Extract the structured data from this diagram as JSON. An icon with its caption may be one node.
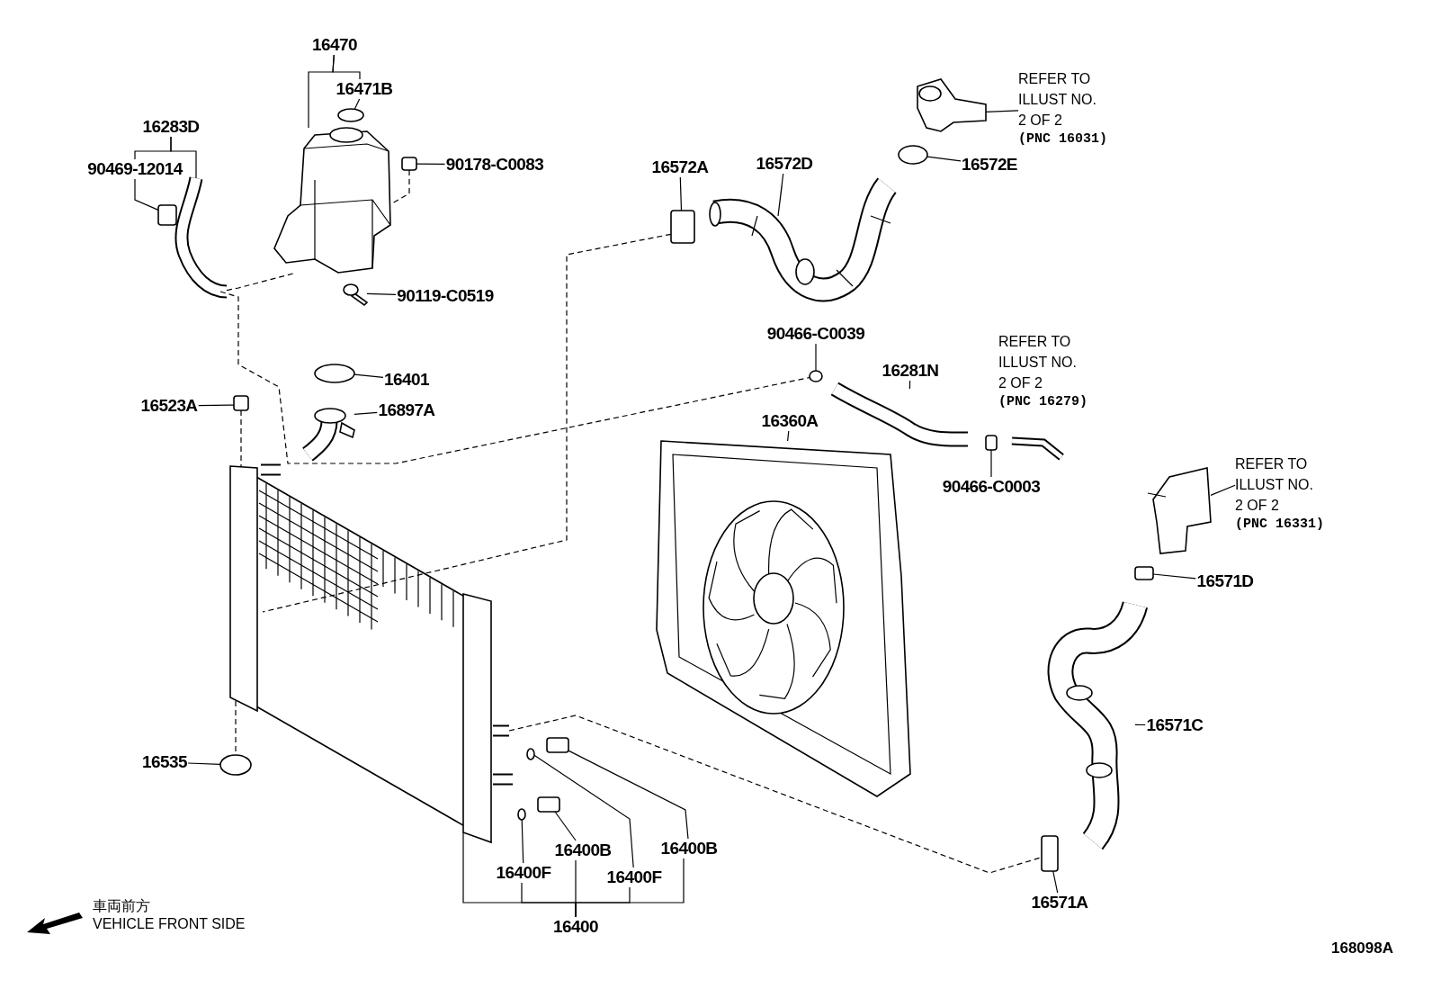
{
  "diagram": {
    "nodes": [
      {
        "text": [
          "16470"
        ]
      },
      {
        "text": [
          "16471B"
        ]
      },
      {
        "text": [
          "16283D"
        ]
      },
      {
        "text": [
          "90469-12014"
        ]
      },
      {
        "text": [
          "90178-C0083"
        ]
      },
      {
        "text": [
          "90119-C0519"
        ]
      },
      {
        "text": [
          "16401"
        ]
      },
      {
        "text": [
          "16523A"
        ]
      },
      {
        "text": [
          "16897A"
        ]
      },
      {
        "text": [
          "16535"
        ]
      },
      {
        "text": [
          "16572A"
        ]
      },
      {
        "text": [
          "16572D"
        ]
      },
      {
        "text": [
          "16572E"
        ]
      },
      {
        "text": [
          "REFER TO ILLUST NO. 2 OF 2",
          "(PNC 16031)"
        ]
      },
      {
        "text": [
          "90466-C0039"
        ]
      },
      {
        "text": [
          "16281N"
        ]
      },
      {
        "text": [
          "90466-C0003"
        ]
      },
      {
        "text": [
          "16360A"
        ]
      },
      {
        "text": [
          "REFER TO ILLUST NO. 2 OF 2",
          "(PNC 16331)"
        ]
      },
      {
        "text": [
          "16571D"
        ]
      },
      {
        "text": [
          "16571C"
        ]
      },
      {
        "text": [
          "16571A"
        ]
      },
      {
        "text": [
          "16400F"
        ]
      },
      {
        "text": [
          "16400B"
        ]
      },
      {
        "text": [
          "16400F"
        ]
      },
      {
        "text": [
          "16400B"
        ]
      },
      {
        "text": [],
        "shape": "circle"
      },
      {
        "text": [],
        "shape": "picture"
      },
      {
        "text": [],
        "shape": "box"
      },
      {
        "text": [],
        "shape": "picture"
      },
      {
        "text": [],
        "shape": "box"
      },
      {
        "text": [],
        "shape": "picture"
      },
      {
        "text": [],
        "shape": "circle"
      },
      {
        "text": [],
        "shape": "box"
      },
      {
        "text": [],
        "shape": "picture"
      },
      {
        "text": [],
        "shape": "picture"
      },
      {
        "text": [],
        "shape": "circle"
      },
      {
        "text": [],
        "shape": "box"
      },
      {
        "text": [],
        "shape": "picture"
      },
      {
        "text": [],
        "shape": "circle"
      },
      {
        "text": [],
        "shape": "picture"
      },
      {
        "text": [],
        "shape": "circle"
      },
      {
        "text": [],
        "shape": "picture"
      },
      {
        "text": [],
        "shape": "box"
      },
      {
        "text": [],
        "shape": "picture"
      },
      {
        "text": [],
        "shape": "picture"
      },
      {
        "text": [],
        "shape": "box"
      },
      {
        "text": [],
        "shape": "picture"
      },
      {
        "text": [],
        "shape": "box"
      },
      {
        "text": [],
        "shape": "circle"
      },
      {
        "text": [],
        "shape": "box"
      },
      {
        "text": [],
        "shape": "circle"
      },
      {
        "text": [],
        "shape": "box"
      },
      {
        "text": [
          "16400"
        ]
      }
    ],
    "edges": [
      {
        "from": 0,
        "to": 27,
        "arrow": "none"
      },
      {
        "from": 1,
        "to": 26,
        "arrow": "none"
      },
      {
        "from": 2,
        "to": 29,
        "arrow": "none"
      },
      {
        "from": 3,
        "to": 28,
        "arrow": "none"
      },
      {
        "from": 4,
        "to": 30,
        "arrow": "none"
      },
      {
        "from": 5,
        "to": 31,
        "arrow": "none"
      },
      {
        "from": 6,
        "to": 32,
        "arrow": "none"
      },
      {
        "from": 7,
        "to": 33,
        "arrow": "none"
      },
      {
        "from": 8,
        "to": 34,
        "arrow": "none"
      },
      {
        "from": 9,
        "to": 36,
        "arrow": "none"
      },
      {
        "from": 10,
        "to": 37,
        "arrow": "none"
      },
      {
        "from": 11,
        "to": 38,
        "arrow": "none"
      },
      {
        "from": 12,
        "to": 39,
        "arrow": "none"
      },
      {
        "from": 13,
        "to": 40,
        "arrow": "none"
      },
      {
        "from": 14,
        "to": 41,
        "arrow": "none"
      },
      {
        "from": 15,
        "to": 42,
        "arrow": "none"
      },
      {
        "from": 16,
        "to": 43,
        "arrow": "none"
      },
      {
        "from": 17,
        "to": 44,
        "arrow": "none"
      },
      {
        "from": 18,
        "to": 45,
        "arrow": "none"
      },
      {
        "from": 19,
        "to": 46,
        "arrow": "none"
      },
      {
        "from": 20,
        "to": 47,
        "arrow": "none"
      },
      {
        "from": 21,
        "to": 48,
        "arrow": "none"
      },
      {
        "from": 22,
        "to": 49,
        "arrow": "none"
      },
      {
        "from": 23,
        "to": 50,
        "arrow": "none"
      },
      {
        "from": 24,
        "to": 51,
        "arrow": "none"
      },
      {
        "from": 25,
        "to": 52,
        "arrow": "none"
      },
      {
        "from": 29,
        "to": 27,
        "arrow": "none",
        "style": "dashed"
      },
      {
        "from": 29,
        "to": 41,
        "arrow": "none",
        "style": "dashed"
      },
      {
        "from": 30,
        "to": 27,
        "arrow": "none",
        "style": "dashed"
      },
      {
        "from": 33,
        "to": 35,
        "arrow": "none",
        "style": "dashed"
      },
      {
        "from": 35,
        "to": 36,
        "arrow": "none",
        "style": "dashed"
      },
      {
        "from": 37,
        "to": 35,
        "arrow": "none",
        "style": "dashed"
      },
      {
        "from": 35,
        "to": 48,
        "arrow": "none",
        "style": "dashed"
      },
      {
        "from": 0,
        "to": 1,
        "arrow": "none"
      },
      {
        "from": 2,
        "to": 3,
        "arrow": "none"
      },
      {
        "from": 53,
        "to": 35,
        "arrow": "none"
      },
      {
        "from": 53,
        "to": 22,
        "arrow": "none"
      },
      {
        "from": 53,
        "to": 23,
        "arrow": "none"
      },
      {
        "from": 53,
        "to": 24,
        "arrow": "none"
      },
      {
        "from": 53,
        "to": 25,
        "arrow": "none"
      }
    ],
    "labels": [
      "REFER TO ILLUST NO. 2 OF 2",
      "(PNC 16279)",
      "車両前方",
      "VEHICLE FRONT SIDE",
      "168098A"
    ]
  }
}
